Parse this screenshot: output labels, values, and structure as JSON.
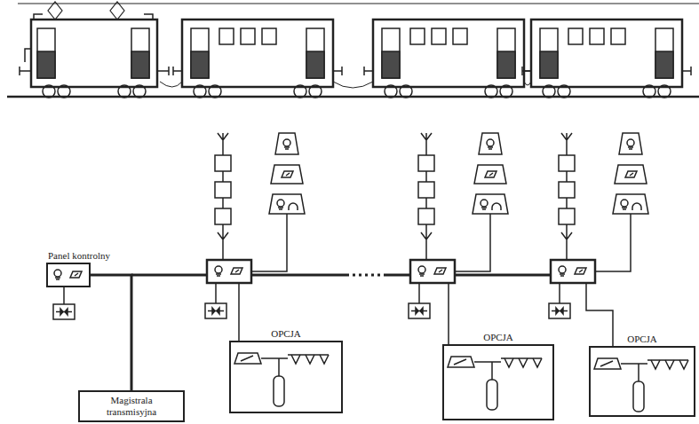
{
  "diagram": {
    "nodes": [
      {
        "text": [
          "Panel kontrolny"
        ]
      },
      {
        "text": [
          "OPCJA"
        ]
      },
      {
        "text": [
          "OPCJA"
        ]
      },
      {
        "text": [
          "OPCJA"
        ]
      },
      {
        "text": [
          "Magistrala transmisyjna"
        ]
      }
    ],
    "edges": [
      {
        "from": 0,
        "to": 4,
        "arrow": "none"
      }
    ]
  }
}
